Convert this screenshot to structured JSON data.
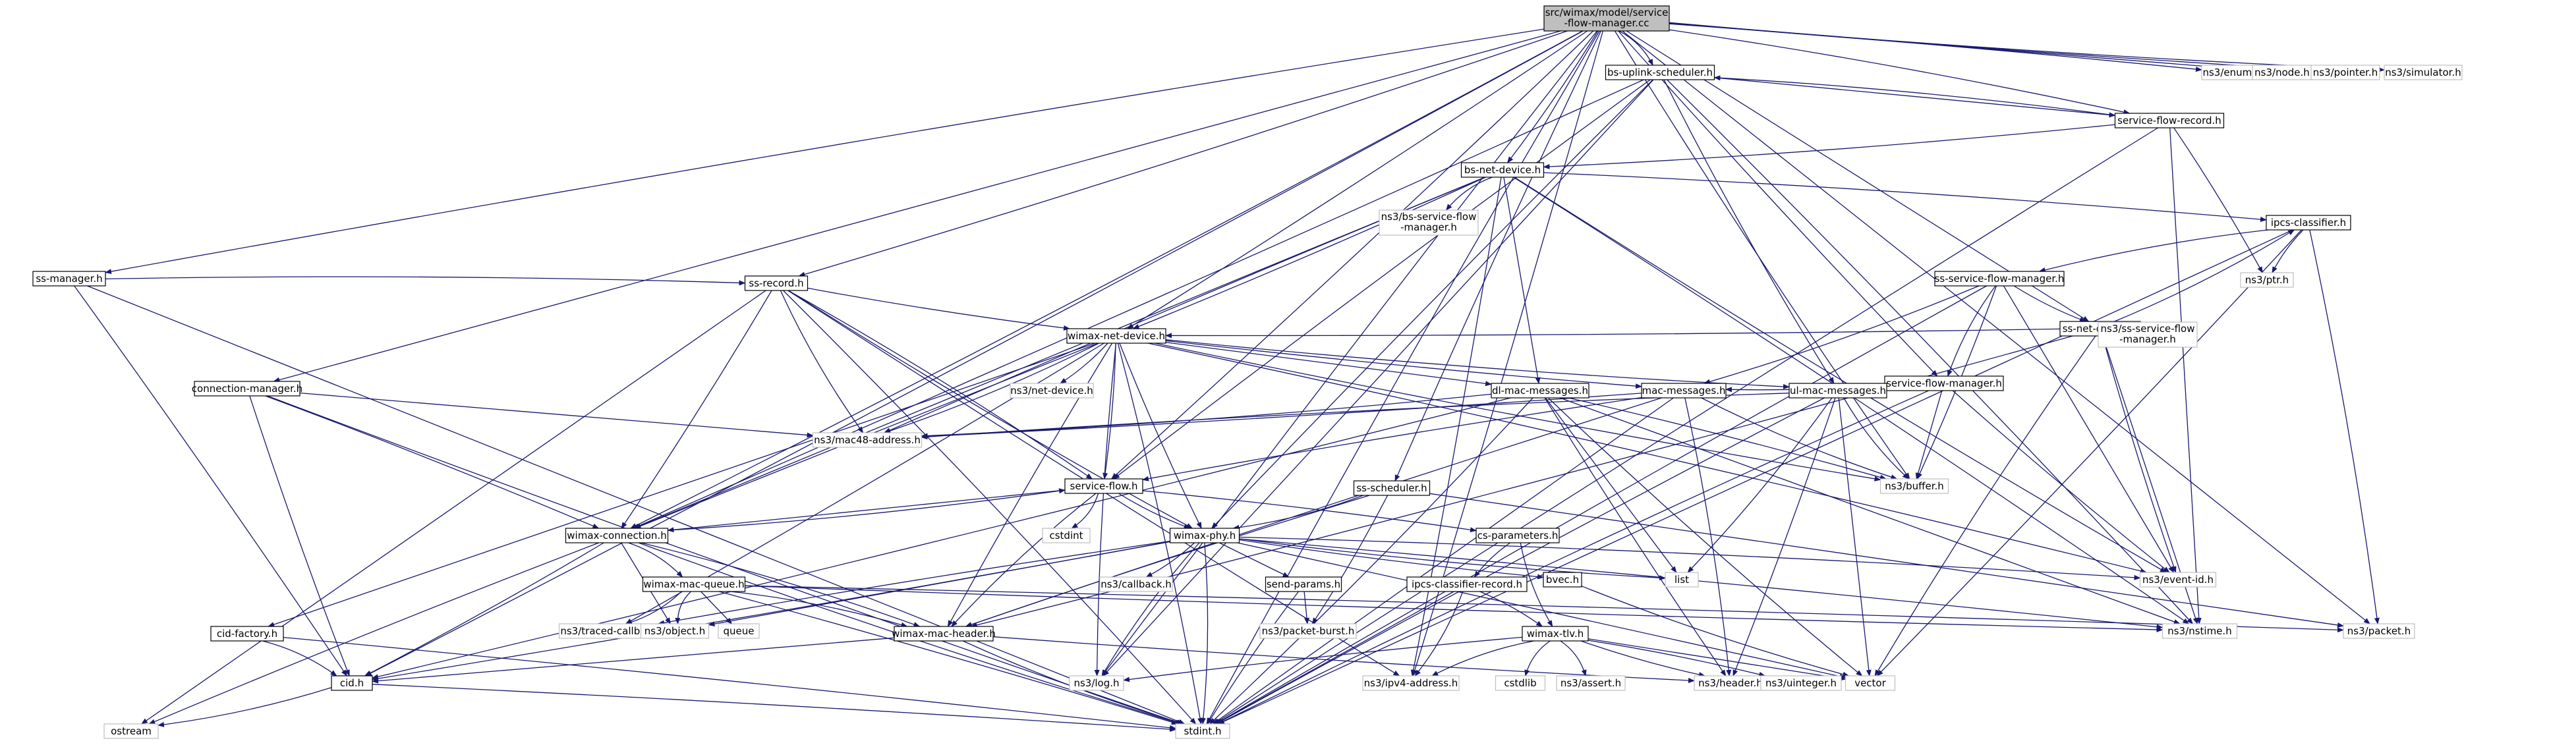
{
  "colors": {
    "edge": "#191970",
    "node_border": "#000000",
    "node_fill": "#ffffff",
    "root_fill": "#bfbfbf",
    "external_border": "#bfbfbf",
    "text": "#000000"
  },
  "graph": {
    "nodes": [
      {
        "id": "root",
        "lines": [
          "src/wimax/model/service",
          "-flow-manager.cc"
        ],
        "kind": "root"
      },
      {
        "id": "bs_uplink_scheduler",
        "lines": [
          "bs-uplink-scheduler.h"
        ],
        "kind": "file"
      },
      {
        "id": "ns3_enum",
        "lines": [
          "ns3/enum.h"
        ],
        "kind": "external"
      },
      {
        "id": "ns3_node",
        "lines": [
          "ns3/node.h"
        ],
        "kind": "external"
      },
      {
        "id": "ns3_pointer",
        "lines": [
          "ns3/pointer.h"
        ],
        "kind": "external"
      },
      {
        "id": "ns3_simulator",
        "lines": [
          "ns3/simulator.h"
        ],
        "kind": "external"
      },
      {
        "id": "service_flow_record",
        "lines": [
          "service-flow-record.h"
        ],
        "kind": "file"
      },
      {
        "id": "bs_net_device",
        "lines": [
          "bs-net-device.h"
        ],
        "kind": "file"
      },
      {
        "id": "ns3_bs_sfm",
        "lines": [
          "ns3/bs-service-flow",
          "-manager.h"
        ],
        "kind": "external"
      },
      {
        "id": "ipcs_classifier",
        "lines": [
          "ipcs-classifier.h"
        ],
        "kind": "file"
      },
      {
        "id": "ns3_ptr",
        "lines": [
          "ns3/ptr.h"
        ],
        "kind": "external"
      },
      {
        "id": "ss_service_flow_manager",
        "lines": [
          "ss-service-flow-manager.h"
        ],
        "kind": "file"
      },
      {
        "id": "ss_net_device",
        "lines": [
          "ss-net-device.h"
        ],
        "kind": "file"
      },
      {
        "id": "ns3_ss_sfm",
        "lines": [
          "ns3/ss-service-flow",
          "-manager.h"
        ],
        "kind": "external"
      },
      {
        "id": "service_flow_manager",
        "lines": [
          "service-flow-manager.h"
        ],
        "kind": "file"
      },
      {
        "id": "ss_manager",
        "lines": [
          "ss-manager.h"
        ],
        "kind": "file"
      },
      {
        "id": "ss_record",
        "lines": [
          "ss-record.h"
        ],
        "kind": "file"
      },
      {
        "id": "wimax_net_device",
        "lines": [
          "wimax-net-device.h"
        ],
        "kind": "file"
      },
      {
        "id": "connection_manager",
        "lines": [
          "connection-manager.h"
        ],
        "kind": "file"
      },
      {
        "id": "ns3_net_device",
        "lines": [
          "ns3/net-device.h"
        ],
        "kind": "external"
      },
      {
        "id": "dl_mac_messages",
        "lines": [
          "dl-mac-messages.h"
        ],
        "kind": "file"
      },
      {
        "id": "mac_messages",
        "lines": [
          "mac-messages.h"
        ],
        "kind": "file"
      },
      {
        "id": "ul_mac_messages",
        "lines": [
          "ul-mac-messages.h"
        ],
        "kind": "file"
      },
      {
        "id": "ns3_mac48",
        "lines": [
          "ns3/mac48-address.h"
        ],
        "kind": "external"
      },
      {
        "id": "service_flow",
        "lines": [
          "service-flow.h"
        ],
        "kind": "file"
      },
      {
        "id": "ss_scheduler",
        "lines": [
          "ss-scheduler.h"
        ],
        "kind": "file"
      },
      {
        "id": "ns3_buffer",
        "lines": [
          "ns3/buffer.h"
        ],
        "kind": "external"
      },
      {
        "id": "wimax_connection",
        "lines": [
          "wimax-connection.h"
        ],
        "kind": "file"
      },
      {
        "id": "cstdint",
        "lines": [
          "cstdint"
        ],
        "kind": "external"
      },
      {
        "id": "wimax_phy",
        "lines": [
          "wimax-phy.h"
        ],
        "kind": "file"
      },
      {
        "id": "cs_parameters",
        "lines": [
          "cs-parameters.h"
        ],
        "kind": "file"
      },
      {
        "id": "list",
        "lines": [
          "list"
        ],
        "kind": "external"
      },
      {
        "id": "ns3_event_id",
        "lines": [
          "ns3/event-id.h"
        ],
        "kind": "external"
      },
      {
        "id": "wimax_mac_queue",
        "lines": [
          "wimax-mac-queue.h"
        ],
        "kind": "file"
      },
      {
        "id": "ns3_callback",
        "lines": [
          "ns3/callback.h"
        ],
        "kind": "external"
      },
      {
        "id": "send_params",
        "lines": [
          "send-params.h"
        ],
        "kind": "file"
      },
      {
        "id": "bvec",
        "lines": [
          "bvec.h"
        ],
        "kind": "file"
      },
      {
        "id": "ipcs_classifier_record",
        "lines": [
          "ipcs-classifier-record.h"
        ],
        "kind": "file"
      },
      {
        "id": "ns3_nstime",
        "lines": [
          "ns3/nstime.h"
        ],
        "kind": "external"
      },
      {
        "id": "ns3_packet",
        "lines": [
          "ns3/packet.h"
        ],
        "kind": "external"
      },
      {
        "id": "cid_factory",
        "lines": [
          "cid-factory.h"
        ],
        "kind": "file"
      },
      {
        "id": "ns3_traced_callback",
        "lines": [
          "ns3/traced-callback.h"
        ],
        "kind": "external"
      },
      {
        "id": "ns3_object",
        "lines": [
          "ns3/object.h"
        ],
        "kind": "external"
      },
      {
        "id": "queue",
        "lines": [
          "queue"
        ],
        "kind": "external"
      },
      {
        "id": "wimax_mac_header",
        "lines": [
          "wimax-mac-header.h"
        ],
        "kind": "file"
      },
      {
        "id": "ns3_packet_burst",
        "lines": [
          "ns3/packet-burst.h"
        ],
        "kind": "external"
      },
      {
        "id": "wimax_tlv",
        "lines": [
          "wimax-tlv.h"
        ],
        "kind": "file"
      },
      {
        "id": "cid",
        "lines": [
          "cid.h"
        ],
        "kind": "file"
      },
      {
        "id": "ns3_log",
        "lines": [
          "ns3/log.h"
        ],
        "kind": "external"
      },
      {
        "id": "ns3_ipv4_address",
        "lines": [
          "ns3/ipv4-address.h"
        ],
        "kind": "external"
      },
      {
        "id": "cstdlib",
        "lines": [
          "cstdlib"
        ],
        "kind": "external"
      },
      {
        "id": "ns3_assert",
        "lines": [
          "ns3/assert.h"
        ],
        "kind": "external"
      },
      {
        "id": "ns3_header",
        "lines": [
          "ns3/header.h"
        ],
        "kind": "external"
      },
      {
        "id": "ns3_uinteger",
        "lines": [
          "ns3/uinteger.h"
        ],
        "kind": "external"
      },
      {
        "id": "vector",
        "lines": [
          "vector"
        ],
        "kind": "external"
      },
      {
        "id": "ostream",
        "lines": [
          "ostream"
        ],
        "kind": "external"
      },
      {
        "id": "stdint",
        "lines": [
          "stdint.h"
        ],
        "kind": "external"
      }
    ],
    "edges": [
      [
        "root",
        "bs_uplink_scheduler"
      ],
      [
        "root",
        "ns3_enum"
      ],
      [
        "root",
        "ns3_node"
      ],
      [
        "root",
        "ns3_pointer"
      ],
      [
        "root",
        "ns3_simulator"
      ],
      [
        "root",
        "service_flow_record"
      ],
      [
        "root",
        "bs_net_device"
      ],
      [
        "root",
        "ss_net_device"
      ],
      [
        "root",
        "service_flow_manager"
      ],
      [
        "root",
        "ss_manager"
      ],
      [
        "root",
        "ss_record"
      ],
      [
        "root",
        "wimax_net_device"
      ],
      [
        "root",
        "connection_manager"
      ],
      [
        "root",
        "ss_scheduler"
      ],
      [
        "root",
        "ns3_buffer"
      ],
      [
        "root",
        "wimax_connection"
      ],
      [
        "root",
        "service_flow"
      ],
      [
        "root",
        "ns3_packet"
      ],
      [
        "root",
        "ns3_log"
      ],
      [
        "root",
        "stdint"
      ],
      [
        "root",
        "cid"
      ],
      [
        "root",
        "ns3_ipv4_address"
      ],
      [
        "bs_uplink_scheduler",
        "service_flow_record"
      ],
      [
        "bs_uplink_scheduler",
        "wimax_phy"
      ],
      [
        "bs_uplink_scheduler",
        "ul_mac_messages"
      ],
      [
        "bs_uplink_scheduler",
        "ns3_nstime"
      ],
      [
        "bs_uplink_scheduler",
        "wimax_connection"
      ],
      [
        "bs_uplink_scheduler",
        "ns3_log"
      ],
      [
        "bs_uplink_scheduler",
        "service_flow"
      ],
      [
        "service_flow_record",
        "bs_uplink_scheduler"
      ],
      [
        "service_flow_record",
        "bs_net_device"
      ],
      [
        "service_flow_record",
        "ns3_ptr"
      ],
      [
        "service_flow_record",
        "ns3_nstime"
      ],
      [
        "service_flow_record",
        "stdint"
      ],
      [
        "bs_net_device",
        "ns3_bs_sfm"
      ],
      [
        "bs_net_device",
        "ipcs_classifier"
      ],
      [
        "bs_net_device",
        "wimax_net_device"
      ],
      [
        "bs_net_device",
        "dl_mac_messages"
      ],
      [
        "bs_net_device",
        "ns3_mac48"
      ],
      [
        "bs_net_device",
        "ns3_event_id"
      ],
      [
        "bs_net_device",
        "ns3_nstime"
      ],
      [
        "bs_net_device",
        "ns3_ipv4_address"
      ],
      [
        "bs_net_device",
        "wimax_connection"
      ],
      [
        "ipcs_classifier",
        "ns3_ptr"
      ],
      [
        "ipcs_classifier",
        "ss_service_flow_manager"
      ],
      [
        "ipcs_classifier",
        "ns3_packet"
      ],
      [
        "ipcs_classifier",
        "vector"
      ],
      [
        "ipcs_classifier",
        "stdint"
      ],
      [
        "ss_service_flow_manager",
        "ss_net_device"
      ],
      [
        "ss_service_flow_manager",
        "service_flow_manager"
      ],
      [
        "ss_service_flow_manager",
        "mac_messages"
      ],
      [
        "ss_service_flow_manager",
        "ns3_buffer"
      ],
      [
        "ss_service_flow_manager",
        "ns3_event_id"
      ],
      [
        "ss_service_flow_manager",
        "stdint"
      ],
      [
        "ss_net_device",
        "ipcs_classifier"
      ],
      [
        "ss_net_device",
        "ns3_ss_sfm"
      ],
      [
        "ss_net_device",
        "wimax_net_device"
      ],
      [
        "ss_net_device",
        "ns3_nstime"
      ],
      [
        "ss_net_device",
        "ns3_event_id"
      ],
      [
        "ss_net_device",
        "vector"
      ],
      [
        "ss_net_device",
        "wimax_mac_header"
      ],
      [
        "service_flow_manager",
        "mac_messages"
      ],
      [
        "service_flow_manager",
        "ns3_buffer"
      ],
      [
        "service_flow_manager",
        "ns3_event_id"
      ],
      [
        "service_flow_manager",
        "stdint"
      ],
      [
        "ss_manager",
        "ss_record"
      ],
      [
        "ss_manager",
        "cid"
      ],
      [
        "ss_manager",
        "stdint"
      ],
      [
        "ss_record",
        "wimax_net_device"
      ],
      [
        "ss_record",
        "ns3_mac48"
      ],
      [
        "ss_record",
        "service_flow"
      ],
      [
        "ss_record",
        "wimax_connection"
      ],
      [
        "ss_record",
        "ostream"
      ],
      [
        "ss_record",
        "ns3_ipv4_address"
      ],
      [
        "ss_record",
        "wimax_phy"
      ],
      [
        "ss_record",
        "stdint"
      ],
      [
        "wimax_net_device",
        "ns3_net_device"
      ],
      [
        "wimax_net_device",
        "dl_mac_messages"
      ],
      [
        "wimax_net_device",
        "mac_messages"
      ],
      [
        "wimax_net_device",
        "ul_mac_messages"
      ],
      [
        "wimax_net_device",
        "ns3_mac48"
      ],
      [
        "wimax_net_device",
        "service_flow"
      ],
      [
        "wimax_net_device",
        "wimax_connection"
      ],
      [
        "wimax_net_device",
        "wimax_phy"
      ],
      [
        "wimax_net_device",
        "ns3_buffer"
      ],
      [
        "wimax_net_device",
        "ns3_event_id"
      ],
      [
        "wimax_net_device",
        "ns3_traced_callback"
      ],
      [
        "wimax_net_device",
        "cid_factory"
      ],
      [
        "wimax_net_device",
        "wimax_mac_header"
      ],
      [
        "wimax_net_device",
        "ns3_log"
      ],
      [
        "wimax_net_device",
        "stdint"
      ],
      [
        "connection_manager",
        "wimax_connection"
      ],
      [
        "connection_manager",
        "ns3_mac48"
      ],
      [
        "connection_manager",
        "cid"
      ],
      [
        "connection_manager",
        "stdint"
      ],
      [
        "dl_mac_messages",
        "ns3_mac48"
      ],
      [
        "dl_mac_messages",
        "ns3_buffer"
      ],
      [
        "dl_mac_messages",
        "list"
      ],
      [
        "dl_mac_messages",
        "ns3_header"
      ],
      [
        "dl_mac_messages",
        "vector"
      ],
      [
        "dl_mac_messages",
        "stdint"
      ],
      [
        "dl_mac_messages",
        "cid"
      ],
      [
        "dl_mac_messages",
        "ns3_nstime"
      ],
      [
        "mac_messages",
        "service_flow"
      ],
      [
        "mac_messages",
        "ns3_buffer"
      ],
      [
        "mac_messages",
        "ns3_header"
      ],
      [
        "mac_messages",
        "ns3_mac48"
      ],
      [
        "mac_messages",
        "stdint"
      ],
      [
        "mac_messages",
        "wimax_mac_header"
      ],
      [
        "ul_mac_messages",
        "ns3_buffer"
      ],
      [
        "ul_mac_messages",
        "list"
      ],
      [
        "ul_mac_messages",
        "ns3_header"
      ],
      [
        "ul_mac_messages",
        "vector"
      ],
      [
        "ul_mac_messages",
        "stdint"
      ],
      [
        "ul_mac_messages",
        "ns3_mac48"
      ],
      [
        "service_flow",
        "cstdint"
      ],
      [
        "service_flow",
        "cs_parameters"
      ],
      [
        "service_flow",
        "wimax_connection"
      ],
      [
        "service_flow",
        "wimax_phy"
      ],
      [
        "service_flow",
        "wimax_mac_header"
      ],
      [
        "ss_scheduler",
        "wimax_phy"
      ],
      [
        "ss_scheduler",
        "ns3_packet_burst"
      ],
      [
        "ss_scheduler",
        "ns3_packet"
      ],
      [
        "ss_scheduler",
        "wimax_mac_header"
      ],
      [
        "wimax_connection",
        "service_flow"
      ],
      [
        "wimax_connection",
        "wimax_mac_queue"
      ],
      [
        "wimax_connection",
        "cid"
      ],
      [
        "wimax_connection",
        "ns3_object"
      ],
      [
        "wimax_connection",
        "ostream"
      ],
      [
        "wimax_connection",
        "stdint"
      ],
      [
        "wimax_connection",
        "wimax_mac_header"
      ],
      [
        "wimax_phy",
        "ns3_callback"
      ],
      [
        "wimax_phy",
        "send_params"
      ],
      [
        "wimax_phy",
        "bvec"
      ],
      [
        "wimax_phy",
        "list"
      ],
      [
        "wimax_phy",
        "ns3_event_id"
      ],
      [
        "wimax_phy",
        "ns3_nstime"
      ],
      [
        "wimax_phy",
        "ns3_object"
      ],
      [
        "wimax_phy",
        "ns3_traced_callback"
      ],
      [
        "wimax_phy",
        "ns3_log"
      ],
      [
        "wimax_phy",
        "stdint"
      ],
      [
        "wimax_phy",
        "cid"
      ],
      [
        "wimax_phy",
        "vector"
      ],
      [
        "cs_parameters",
        "ipcs_classifier_record"
      ],
      [
        "cs_parameters",
        "wimax_tlv"
      ],
      [
        "wimax_mac_queue",
        "wimax_mac_header"
      ],
      [
        "wimax_mac_queue",
        "ns3_packet"
      ],
      [
        "wimax_mac_queue",
        "queue"
      ],
      [
        "wimax_mac_queue",
        "ns3_nstime"
      ],
      [
        "wimax_mac_queue",
        "ns3_object"
      ],
      [
        "wimax_mac_queue",
        "ns3_traced_callback"
      ],
      [
        "wimax_mac_queue",
        "stdint"
      ],
      [
        "send_params",
        "ns3_packet_burst"
      ],
      [
        "send_params",
        "stdint"
      ],
      [
        "bvec",
        "vector"
      ],
      [
        "ipcs_classifier_record",
        "ns3_ipv4_address"
      ],
      [
        "ipcs_classifier_record",
        "wimax_tlv"
      ],
      [
        "ipcs_classifier_record",
        "stdint"
      ],
      [
        "wimax_tlv",
        "ns3_header"
      ],
      [
        "wimax_tlv",
        "cstdlib"
      ],
      [
        "wimax_tlv",
        "ns3_assert"
      ],
      [
        "wimax_tlv",
        "ns3_uinteger"
      ],
      [
        "wimax_tlv",
        "vector"
      ],
      [
        "wimax_tlv",
        "ns3_log"
      ],
      [
        "wimax_tlv",
        "ns3_ipv4_address"
      ],
      [
        "cid_factory",
        "cid"
      ],
      [
        "cid_factory",
        "stdint"
      ],
      [
        "wimax_mac_header",
        "cid"
      ],
      [
        "wimax_mac_header",
        "ns3_header"
      ],
      [
        "wimax_mac_header",
        "stdint"
      ],
      [
        "cid",
        "ostream"
      ],
      [
        "cid",
        "stdint"
      ]
    ]
  }
}
